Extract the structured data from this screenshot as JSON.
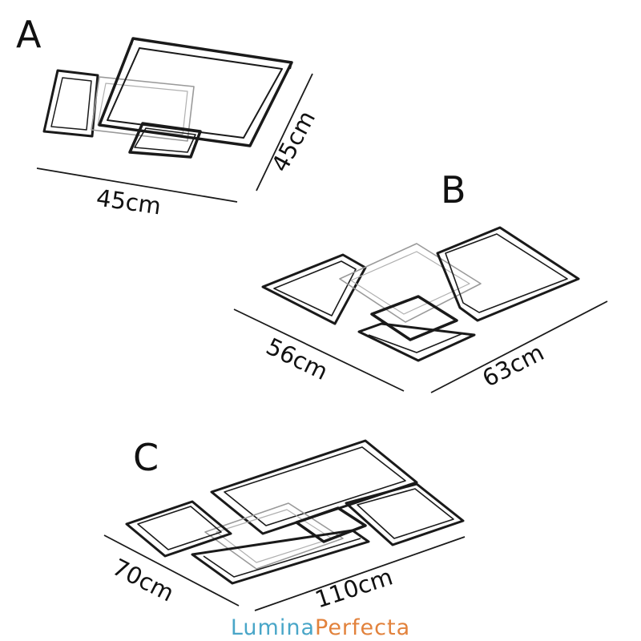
{
  "variants": [
    {
      "id": "A",
      "letter": "A",
      "width": "45cm",
      "depth": "45cm"
    },
    {
      "id": "B",
      "letter": "B",
      "width": "56cm",
      "depth": "63cm"
    },
    {
      "id": "C",
      "letter": "C",
      "width": "70cm",
      "depth": "110cm"
    }
  ],
  "brand": {
    "part1": "Lumina",
    "part2": "Perfecta"
  },
  "colors": {
    "line": "#1a1a1a",
    "faint": "#9a9a9a",
    "brand_blue": "#49a6c8",
    "brand_orange": "#e2823c"
  }
}
